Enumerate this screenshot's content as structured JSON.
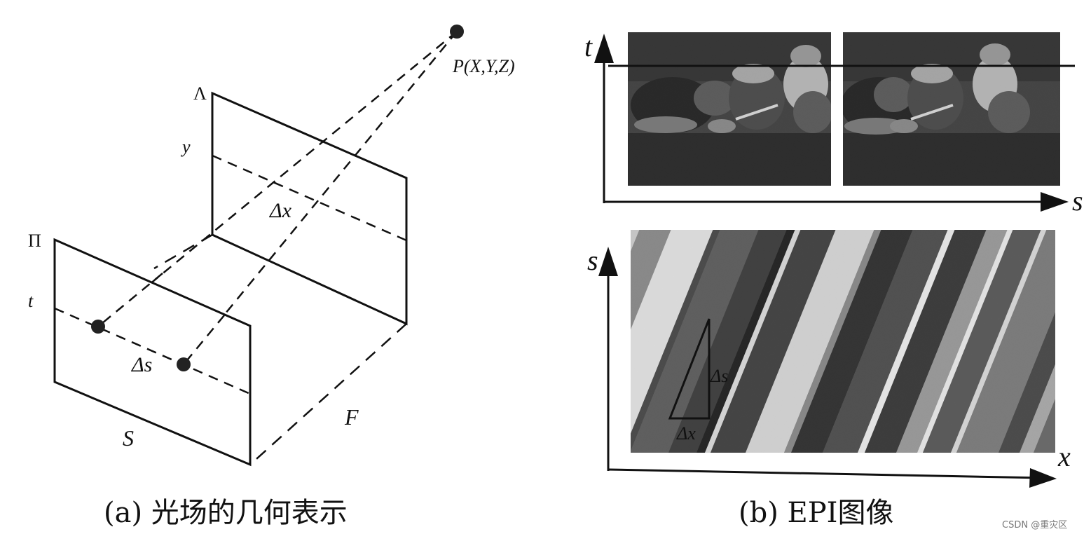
{
  "panel_a": {
    "caption": "(a) 光场的几何表示",
    "labels": {
      "point": "P(X,Y,Z)",
      "lambda_plane": "Λ",
      "pi_plane": "Π",
      "y": "y",
      "t": "t",
      "delta_x": "Δx",
      "delta_s": "Δs",
      "s": "S",
      "f": "F"
    }
  },
  "panel_b": {
    "caption": "(b) EPI图像",
    "axes_top": {
      "vertical": "t",
      "horizontal": "s"
    },
    "axes_bottom": {
      "vertical": "s",
      "horizontal": "x"
    },
    "triangle_labels": {
      "vertical": "Δs",
      "horizontal": "Δx"
    }
  },
  "watermark": "CSDN @重灾区"
}
